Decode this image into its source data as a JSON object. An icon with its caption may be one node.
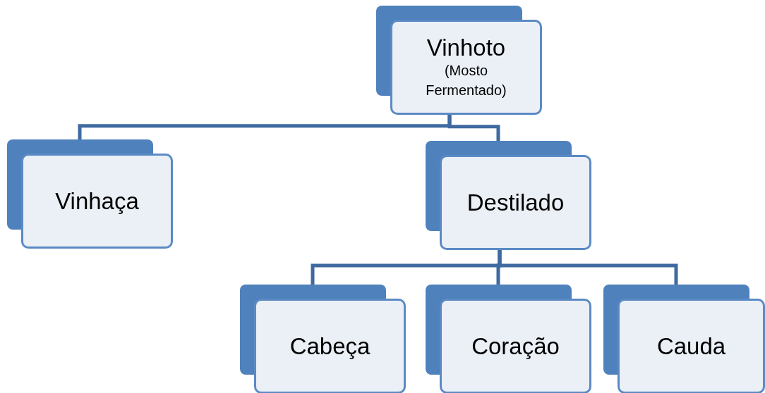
{
  "diagram": {
    "nodes": [
      {
        "text": [
          "Vinhoto",
          "(Mosto Fermentado)"
        ]
      },
      {
        "text": [
          "Vinhaça"
        ]
      },
      {
        "text": [
          "Destilado"
        ]
      },
      {
        "text": [
          "Cabeça"
        ]
      },
      {
        "text": [
          "Coração"
        ]
      },
      {
        "text": [
          "Cauda"
        ]
      }
    ],
    "edges": [
      {
        "from": 0,
        "to": 1,
        "arrow": "none"
      },
      {
        "from": 0,
        "to": 2,
        "arrow": "none"
      },
      {
        "from": 2,
        "to": 3,
        "arrow": "none"
      },
      {
        "from": 2,
        "to": 4,
        "arrow": "none"
      },
      {
        "from": 2,
        "to": 5,
        "arrow": "none"
      }
    ]
  }
}
